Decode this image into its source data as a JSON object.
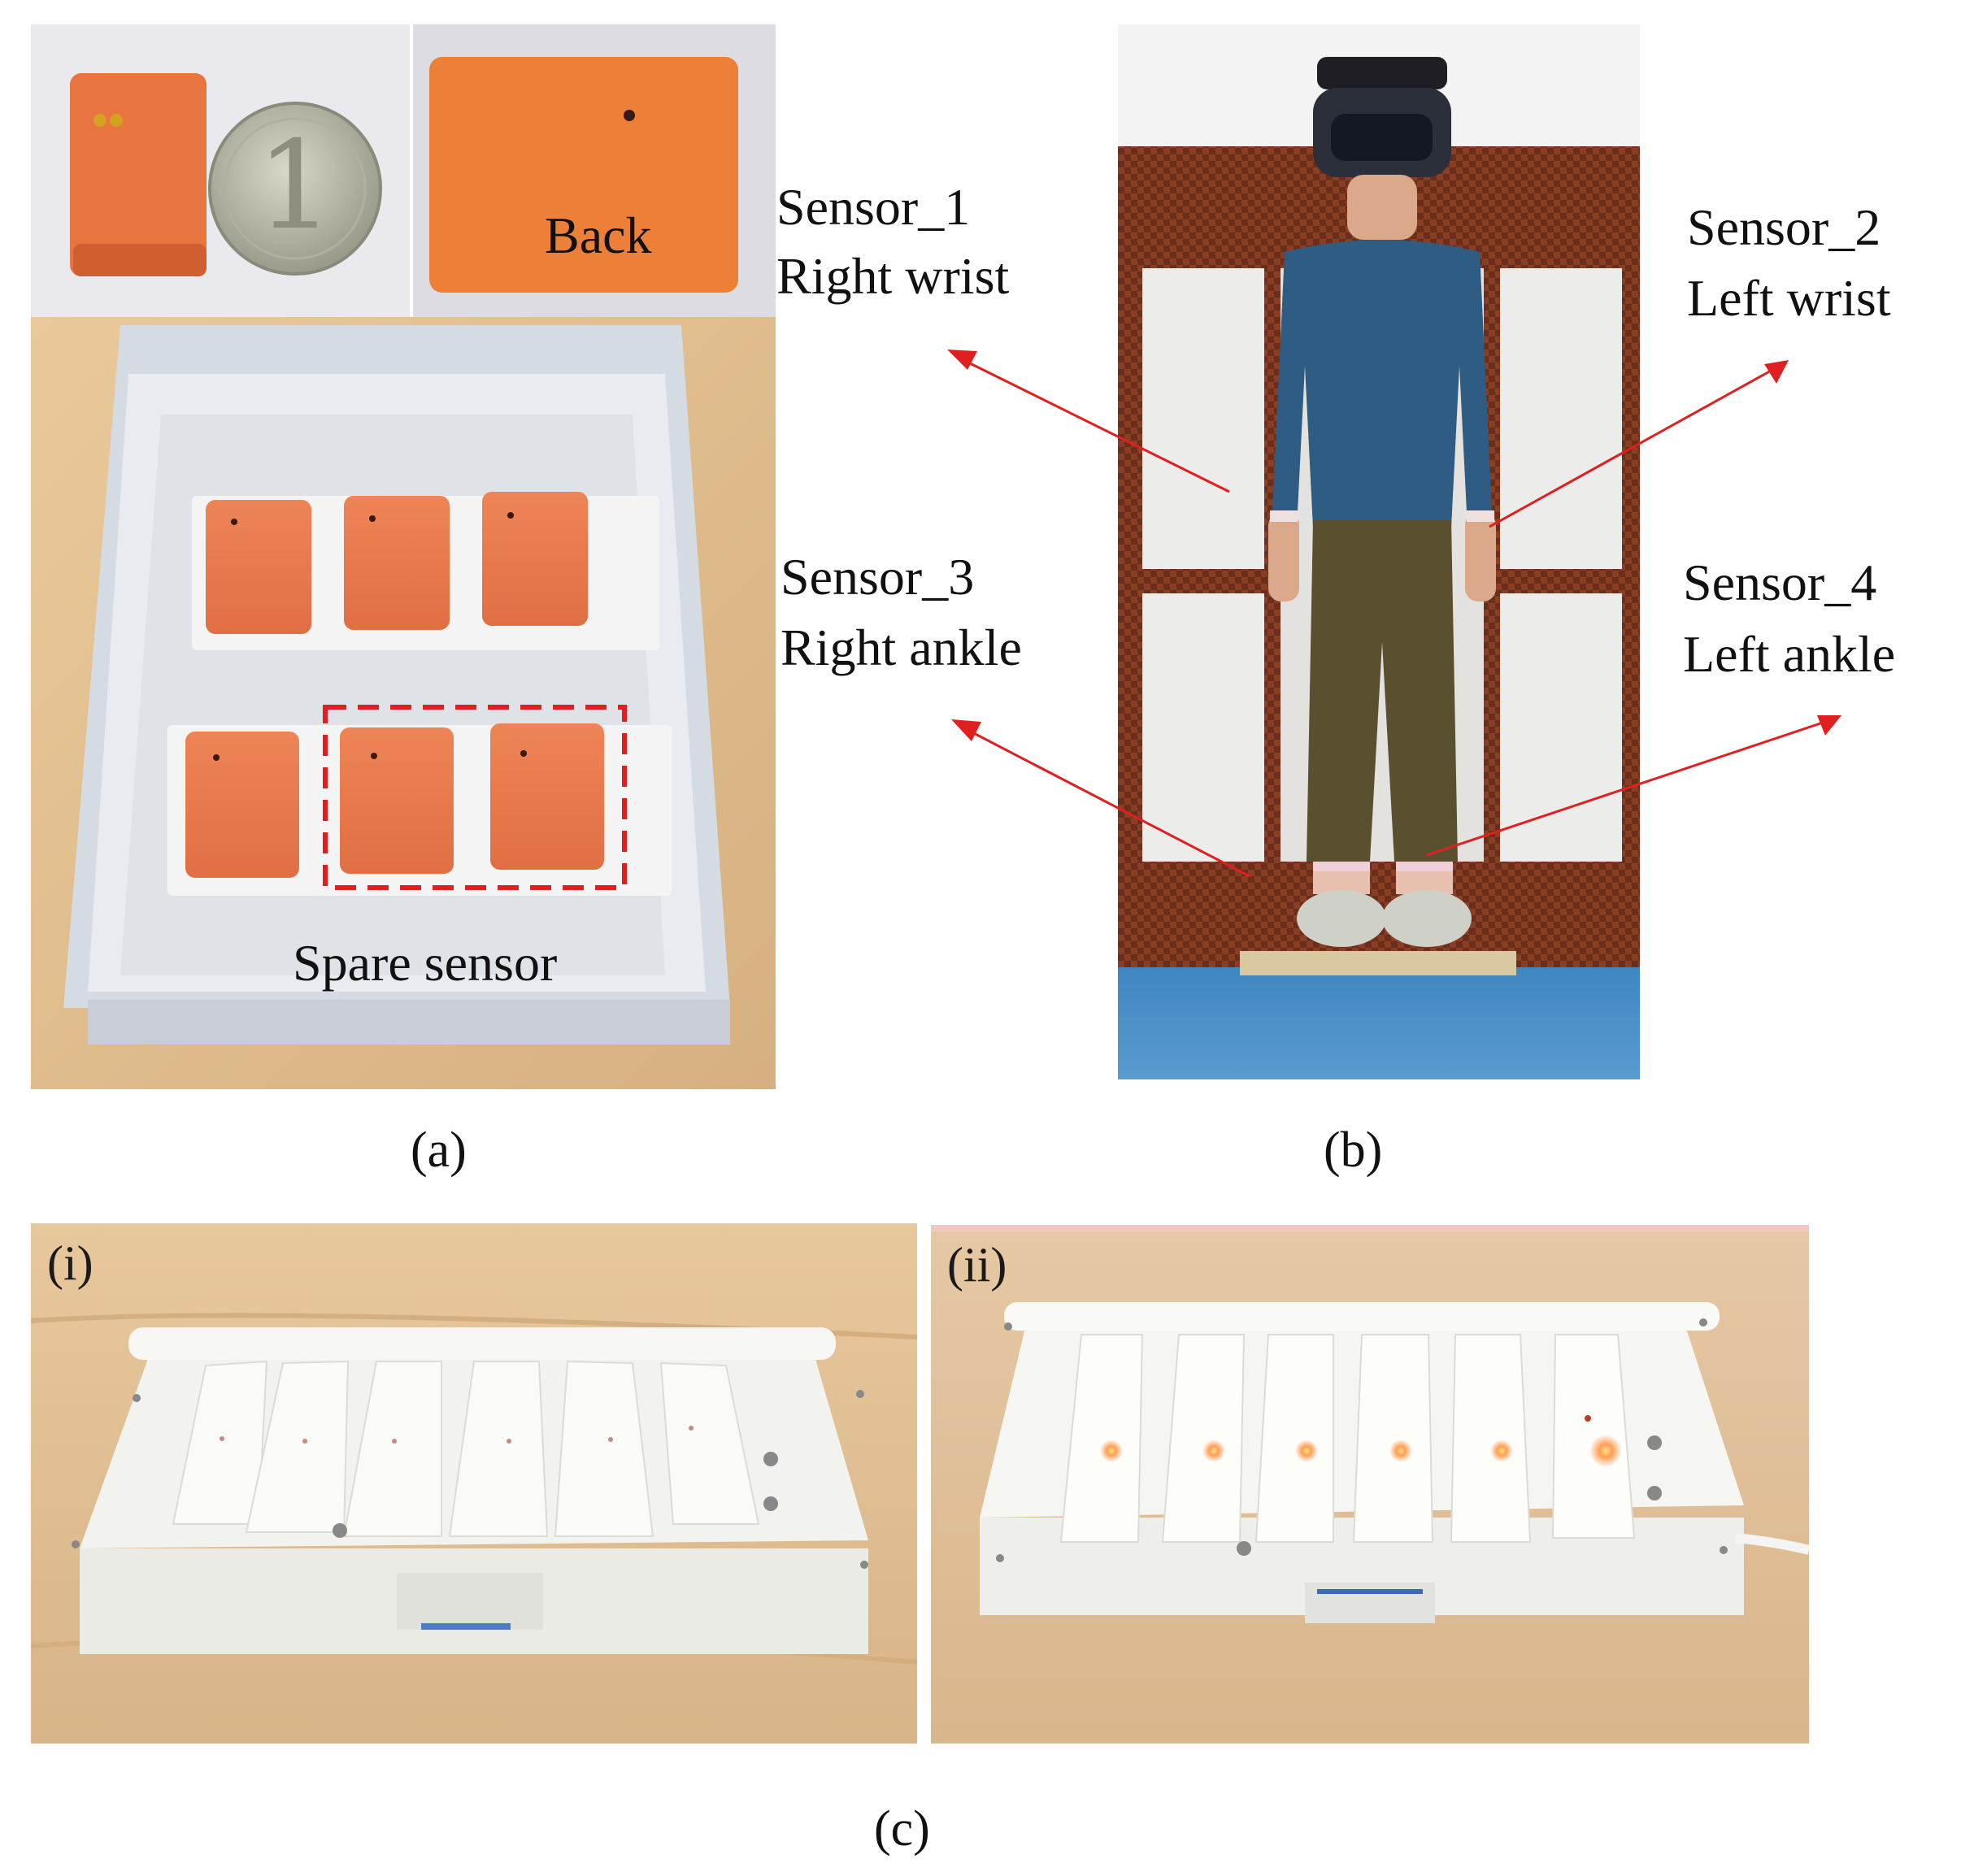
{
  "captions": {
    "a": "(a)",
    "b": "(b)",
    "c": "(c)"
  },
  "panel_a": {
    "back_label": "Back",
    "spare_label": "Spare sensor"
  },
  "panel_b": {
    "sensors": [
      {
        "id": "Sensor_1",
        "location": "Right wrist"
      },
      {
        "id": "Sensor_2",
        "location": "Left wrist"
      },
      {
        "id": "Sensor_3",
        "location": "Right ankle"
      },
      {
        "id": "Sensor_4",
        "location": "Left ankle"
      }
    ]
  },
  "panel_c": {
    "sub_i": "(i)",
    "sub_ii": "(ii)"
  },
  "colors": {
    "sensor_orange": "#e9784a",
    "arrow_red": "#e02020",
    "led_glow": "#ffb070"
  }
}
